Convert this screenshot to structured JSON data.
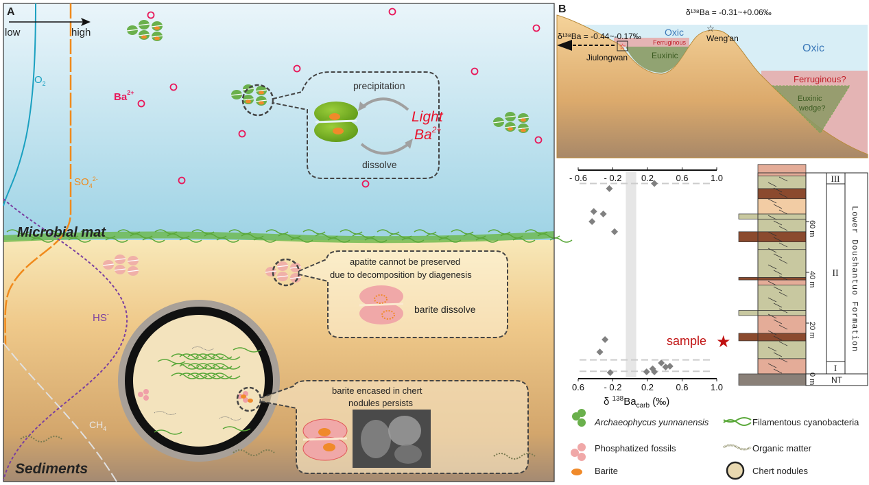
{
  "panelA": {
    "label": "A",
    "axis_low": "low",
    "axis_high": "high",
    "o2": {
      "base": "O",
      "sub": "2"
    },
    "so4": {
      "base": "SO",
      "sub": "4",
      "sup": "2-"
    },
    "hs": {
      "base": "HS",
      "sup": "-"
    },
    "ch4": {
      "base": "CH",
      "sub": "4"
    },
    "ba": {
      "base": "Ba",
      "sup": "2+"
    },
    "microbial_mat": "Microbial mat",
    "sediments": "Sediments",
    "callout1": {
      "top": "precipitation",
      "bottom": "dissolve",
      "light": "Light",
      "ba_base": "Ba",
      "ba_sup": "2+"
    },
    "callout2": {
      "line1": "apatite cannot be preserved",
      "line2": "due to decomposition by diagenesis",
      "barite": "barite dissolve"
    },
    "callout3": {
      "line1": "barite encased in chert",
      "line2": "nodules persists"
    }
  },
  "panelB": {
    "label": "B",
    "weng_an_value": "δ¹³⁸Ba = -0.31~+0.06‰",
    "jiulongwan_value": "δ¹³⁸Ba = -0.44~-0.17‰",
    "oxic_left": "Oxic",
    "ferruginous_left": "Ferruginous",
    "euxinic_left": "Euxinic",
    "weng_an": "Weng'an",
    "jiulongwan": "Jiulongwan",
    "oxic_right": "Oxic",
    "ferruginous_right": "Ferruginous?",
    "euxinic_wedge_1": "Euxinic",
    "euxinic_wedge_2": "wedge?",
    "sample": "sample",
    "strat": {
      "depths": [
        "0 m",
        "20 m",
        "40 m",
        "60 m"
      ],
      "members": [
        "III",
        "II",
        "I",
        "NT"
      ],
      "formation": "Lower Doushantuo Formation"
    }
  },
  "legend": {
    "items": [
      {
        "label": "Archaeophycus yunnanensis",
        "icon": "green-cells-icon"
      },
      {
        "label": "Filamentous cyanobacteria",
        "icon": "filament-icon"
      },
      {
        "label": "Phosphatized fossils",
        "icon": "pink-cells-icon"
      },
      {
        "label": "Organic matter",
        "icon": "organic-matter-icon"
      },
      {
        "label": "Barite",
        "icon": "barite-icon"
      },
      {
        "label": "Chert nodules",
        "icon": "chert-nodule-icon"
      }
    ]
  },
  "colors": {
    "ba": "#e8185a",
    "o2": "#1aa0c0",
    "so4": "#f08a1c",
    "hs": "#7a3fa0",
    "cyan_green": "#6ab04c",
    "barite": "#f08a2a",
    "sample": "#c01010"
  },
  "chart_data": {
    "type": "scatter",
    "xlabel": {
      "base": "δ ",
      "sup": "138",
      "main": "Ba",
      "sub": "carb",
      "unit": " (‰)"
    },
    "top_ticks": [
      "- 0.6",
      "- 0.2",
      "0.2",
      "0.6",
      "1.0"
    ],
    "bottom_ticks": [
      "0.6",
      "- 0.2",
      "0.2",
      "0.6",
      "1.0"
    ],
    "xlim": [
      -0.6,
      1.0
    ],
    "ylim_m": [
      0,
      80
    ],
    "shaded_band": [
      -0.05,
      0.07
    ],
    "dashed_levels_m": [
      75,
      5.5,
      1
    ],
    "points": [
      {
        "x": 0.28,
        "y": 75
      },
      {
        "x": -0.24,
        "y": 73
      },
      {
        "x": -0.42,
        "y": 64
      },
      {
        "x": -0.31,
        "y": 63
      },
      {
        "x": -0.44,
        "y": 60
      },
      {
        "x": -0.18,
        "y": 56
      },
      {
        "x": -0.29,
        "y": 13.5
      },
      {
        "x": -0.35,
        "y": 8.6
      },
      {
        "x": 0.36,
        "y": 4.3
      },
      {
        "x": 0.41,
        "y": 2.7
      },
      {
        "x": 0.46,
        "y": 3
      },
      {
        "x": 0.26,
        "y": 2
      },
      {
        "x": 0.28,
        "y": 0.8
      },
      {
        "x": 0.19,
        "y": 0.8
      },
      {
        "x": -0.23,
        "y": 0.5
      }
    ]
  }
}
